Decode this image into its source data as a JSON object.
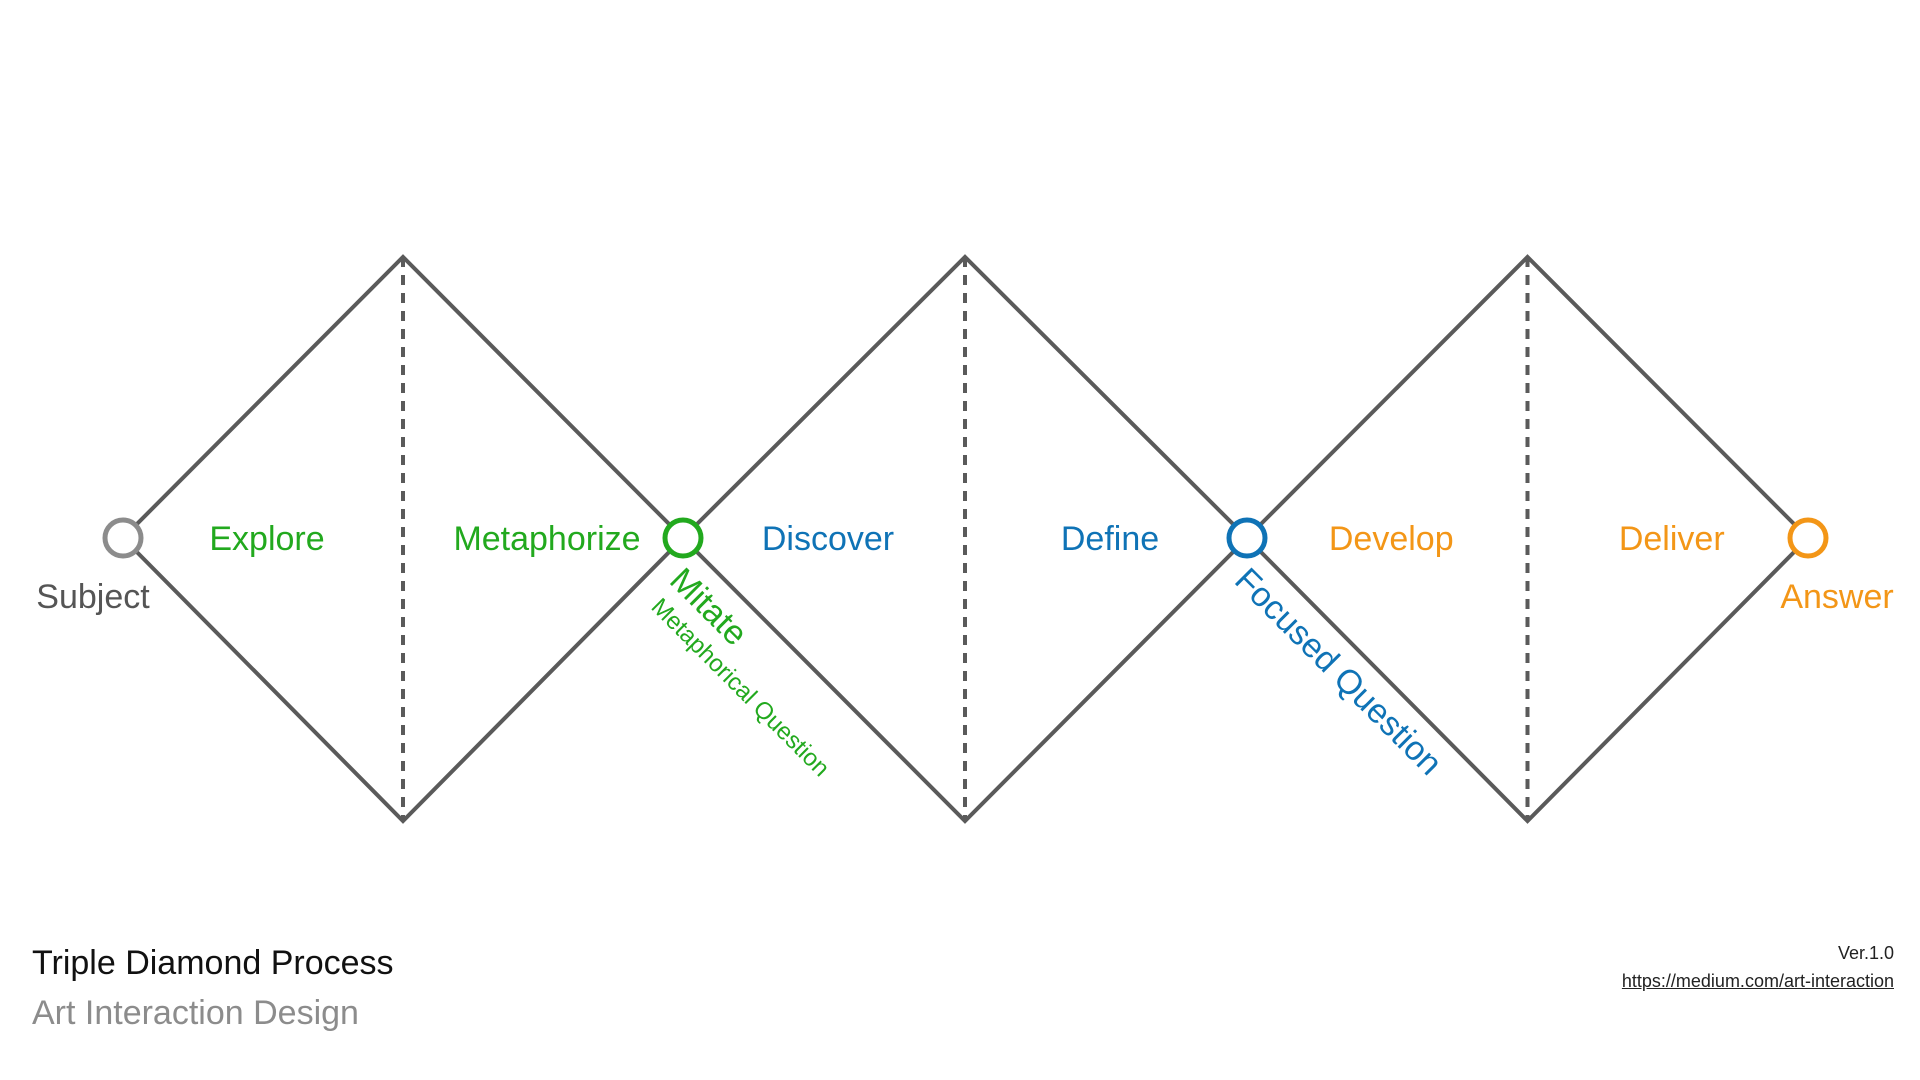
{
  "colors": {
    "line": "#5a5a5a",
    "green": "#22a91e",
    "blue": "#0f73b6",
    "orange": "#f39617",
    "gray": "#8c8c8c",
    "subject_text": "#555555"
  },
  "diagram": {
    "nodes": [
      {
        "label": "Subject",
        "color": "gray"
      },
      {
        "label": "Mitate",
        "sublabel": "Metaphorical Question",
        "color": "green"
      },
      {
        "label": "Focused Question",
        "color": "blue"
      },
      {
        "label": "Answer",
        "color": "orange"
      }
    ],
    "diamonds": [
      {
        "left_label": "Explore",
        "right_label": "Metaphorize",
        "color": "green"
      },
      {
        "left_label": "Discover",
        "right_label": "Define",
        "color": "blue"
      },
      {
        "left_label": "Develop",
        "right_label": "Deliver",
        "color": "orange"
      }
    ]
  },
  "footer": {
    "title": "Triple Diamond Process",
    "subtitle": "Art Interaction Design",
    "version": "Ver.1.0",
    "link": "https://medium.com/art-interaction"
  }
}
